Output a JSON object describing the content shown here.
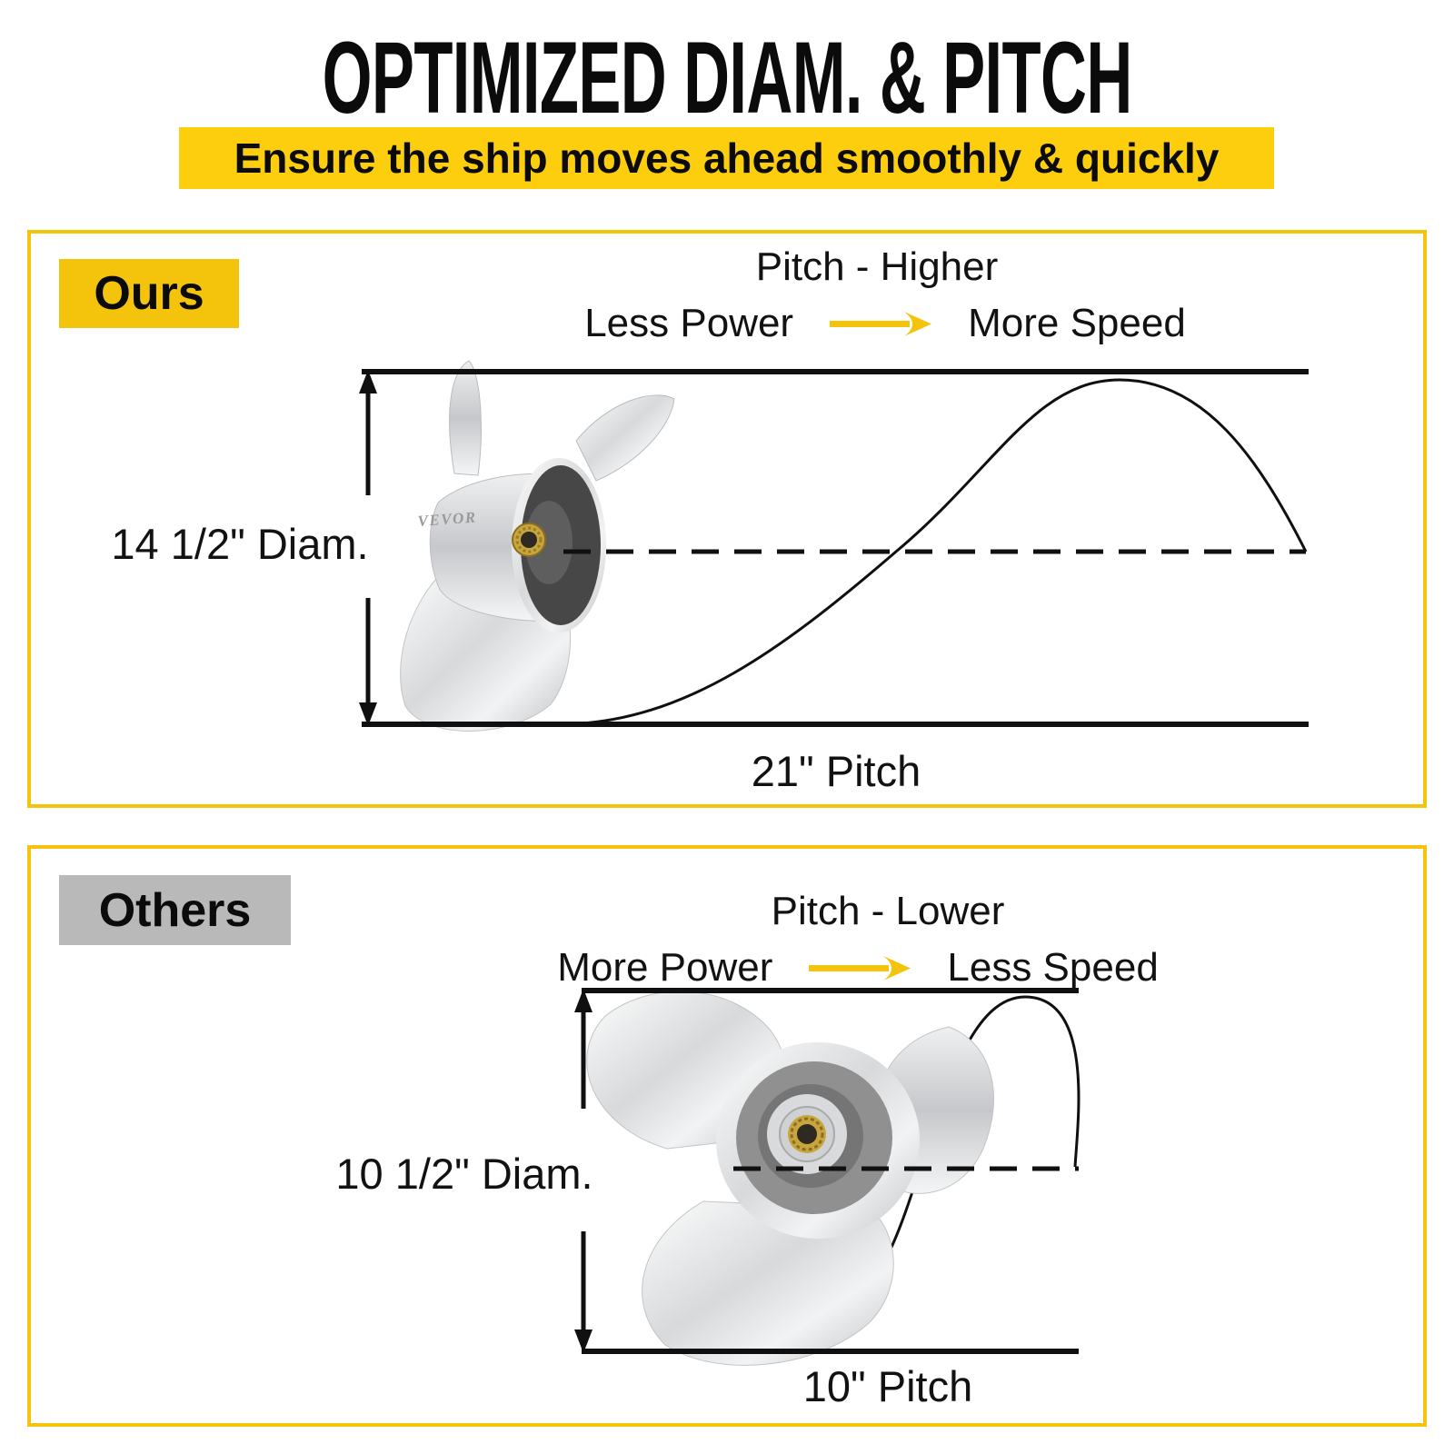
{
  "colors": {
    "yellow": "#F4C40D",
    "banner_yellow": "#FDCE0D",
    "badge_gray": "#B9B9B9",
    "ink": "#121212"
  },
  "header": {
    "title": "OPTIMIZED DIAM. & PITCH",
    "subtitle": "Ensure the ship moves ahead smoothly & quickly"
  },
  "panels": [
    {
      "badge": "Ours",
      "pitch_direction": "Pitch - Higher",
      "power_label": "Less Power",
      "speed_label": "More Speed",
      "diameter": "14 1/2\" Diam.",
      "pitch": "21\" Pitch",
      "hub_brand": "VEVOR"
    },
    {
      "badge": "Others",
      "pitch_direction": "Pitch - Lower",
      "power_label": "More Power",
      "speed_label": "Less Speed",
      "diameter": "10 1/2\" Diam.",
      "pitch": "10\" Pitch"
    }
  ]
}
